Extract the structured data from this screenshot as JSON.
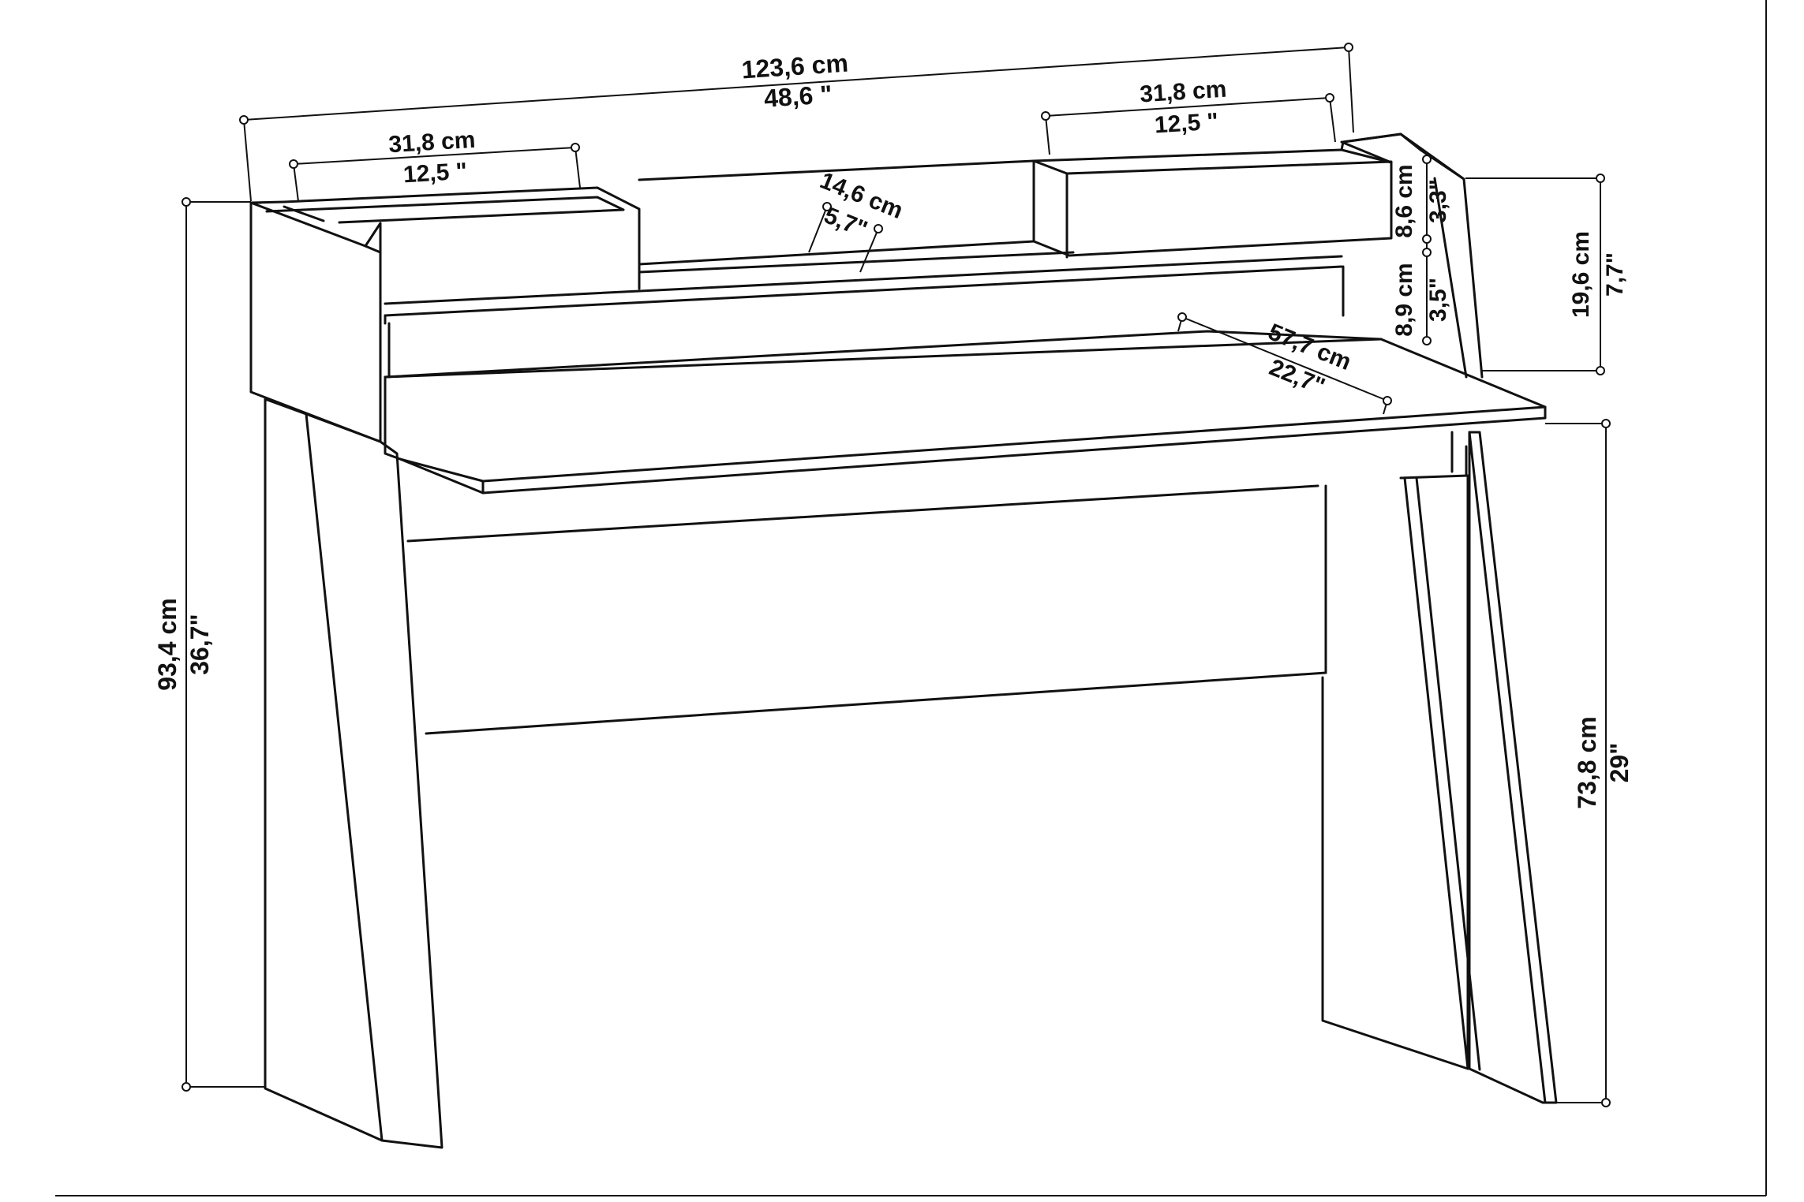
{
  "dimensions": {
    "total_width": {
      "cm": "123,6 cm",
      "inch": "48,6 \""
    },
    "left_compartment": {
      "cm": "31,8 cm",
      "inch": "12,5 \""
    },
    "right_compartment": {
      "cm": "31,8 cm",
      "inch": "12,5 \""
    },
    "shelf_depth": {
      "cm": "14,6 cm",
      "inch": "5,7\""
    },
    "drawer_height": {
      "cm": "8,6 cm",
      "inch": "3,3\""
    },
    "shelf_gap": {
      "cm": "8,9 cm",
      "inch": "3,5\""
    },
    "hutch_height": {
      "cm": "19,6 cm",
      "inch": "7,7\""
    },
    "desk_depth": {
      "cm": "57,7 cm",
      "inch": "22,7\""
    },
    "total_height": {
      "cm": "93,4 cm",
      "inch": "36,7\""
    },
    "desk_height": {
      "cm": "73,8 cm",
      "inch": "29\""
    }
  }
}
